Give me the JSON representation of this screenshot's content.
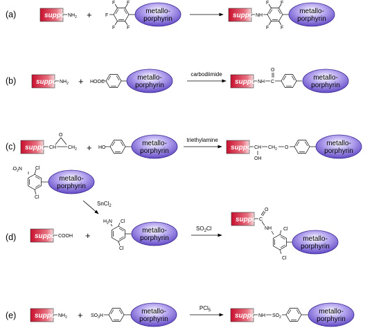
{
  "support_label": "support",
  "metallo_line1": "metallo-",
  "metallo_line2": "porphyrin",
  "plus": "+",
  "colors": {
    "support_red": "#c8102e",
    "porphyrin_blue": "#5a3fc4"
  },
  "rows": [
    {
      "label": "(a)",
      "support_group": "NH",
      "support_group_sub": "2",
      "reagent": "",
      "product_link": "NH"
    },
    {
      "label": "(b)",
      "support_group": "NH",
      "support_group_sub": "2",
      "reactant_group": "HOOC",
      "reagent": "carbodiimide",
      "product_link": "NH",
      "product_o": "O",
      "product_c": "C"
    },
    {
      "label": "(c)",
      "support_group": "CH",
      "epoxide_o": "O",
      "epoxide_ch2": "CH",
      "epoxide_ch2_sub": "2",
      "reactant_group": "HO",
      "reagent": "triethylamine",
      "product_ch": "CH",
      "product_oh": "OH",
      "product_ch2": "CH",
      "product_ch2_sub": "2",
      "product_o": "O"
    },
    {
      "label": "(d)",
      "support_group": "COOH",
      "reagent": "SO",
      "reagent_sub": "2",
      "reagent_tail": "Cl",
      "reactant_amine": "H",
      "reactant_amine_sub": "2",
      "reactant_amine_n": "N",
      "product_o": "O",
      "product_c": "C",
      "product_nh": "NH"
    },
    {
      "label": "(e)",
      "support_group": "NH",
      "support_group_sub": "2",
      "reactant_group": "SO",
      "reactant_group_sub": "3",
      "reactant_group_h": "H",
      "reagent": "PCl",
      "reagent_sub": "5",
      "product_nh": "NH",
      "product_so": "SO",
      "product_so_sub": "2"
    }
  ],
  "precursor": {
    "nitro": "O",
    "nitro_sub": "2",
    "nitro_n": "N",
    "cl": "Cl",
    "reagent": "SnCl",
    "reagent_sub": "2"
  },
  "fluoro": "F"
}
